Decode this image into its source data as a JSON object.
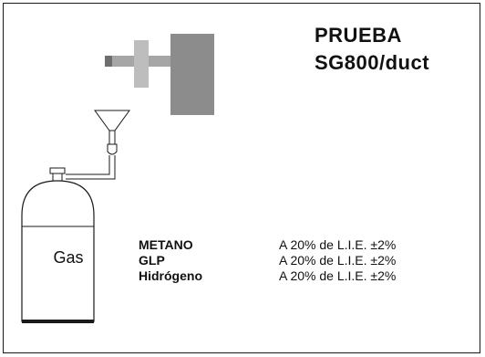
{
  "title": {
    "line1": "PRUEBA",
    "line2": "SG800/duct"
  },
  "cylinder": {
    "label": "Gas"
  },
  "gases": [
    {
      "name": "METANO",
      "spec": "A 20% de L.I.E.  ±2%"
    },
    {
      "name": "GLP",
      "spec": "A 20% de L.I.E.  ±2%"
    },
    {
      "name": "Hidrógeno",
      "spec": "A 20% de L.I.E.  ±2%"
    }
  ],
  "colors": {
    "sensor_body": "#8c8c8c",
    "sensor_flange": "#bdbdbd",
    "sensor_pipe": "#a6a6a6",
    "sensor_tip": "#6e6e6e",
    "line": "#1a1a1a"
  }
}
